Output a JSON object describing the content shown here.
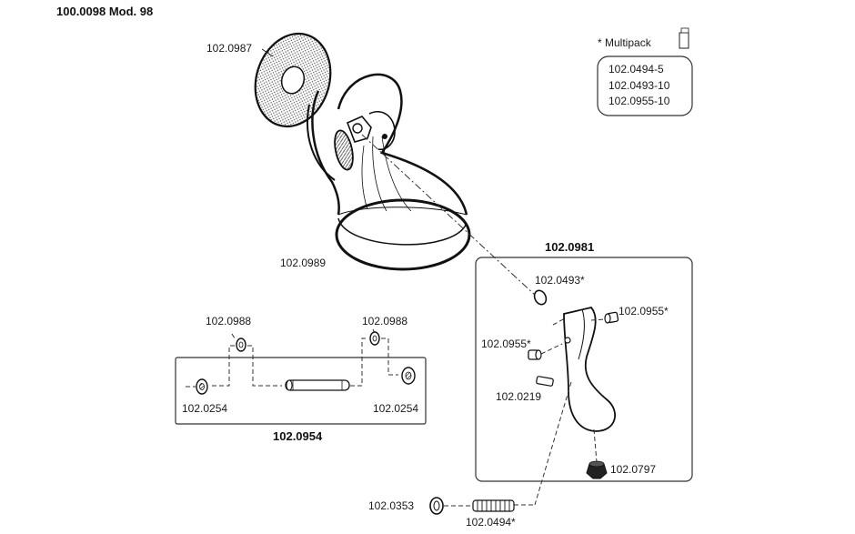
{
  "header": {
    "title": "100.0098 Mod. 98"
  },
  "multipack": {
    "label": "* Multipack",
    "items": [
      "102.0494-5",
      "102.0493-10",
      "102.0955-10"
    ]
  },
  "parts": {
    "p0987": "102.0987",
    "p0989": "102.0989",
    "p0981": "102.0981",
    "p0493": "102.0493*",
    "p0955_right": "102.0955*",
    "p0955_left": "102.0955*",
    "p0219": "102.0219",
    "p0797": "102.0797",
    "p0353": "102.0353",
    "p0494": "102.0494*",
    "p0988_left": "102.0988",
    "p0988_right": "102.0988",
    "p0254_left": "102.0254",
    "p0254_right": "102.0254",
    "p0954": "102.0954"
  }
}
